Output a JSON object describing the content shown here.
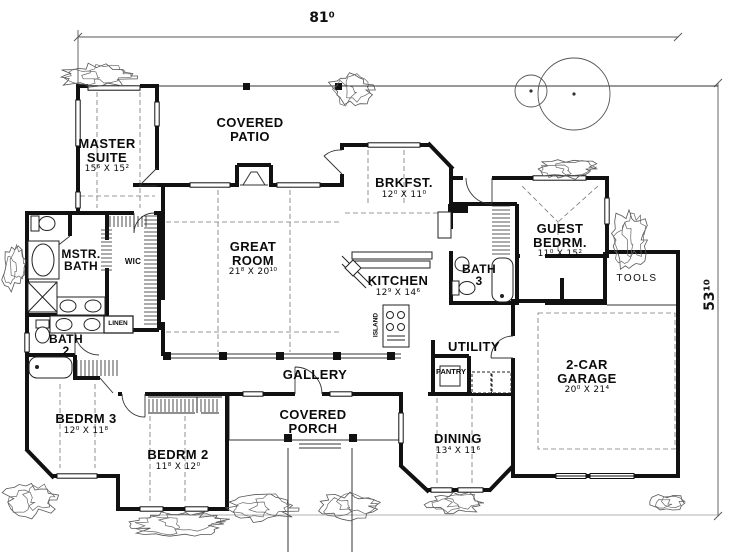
{
  "plan": {
    "type": "house floor plan",
    "overall_width": "81⁰",
    "overall_depth": "53¹⁰",
    "colors": {
      "walls": "#111111",
      "lines": "#444444",
      "background": "#ffffff"
    },
    "rooms": {
      "master": {
        "name": "MASTER SUITE",
        "dims": "15⁶ X 15²"
      },
      "patio": {
        "name": "COVERED PATIO"
      },
      "brkfst": {
        "name": "BRKFST.",
        "dims": "12⁰ X 11⁰"
      },
      "guest": {
        "name": "GUEST BEDRM.",
        "dims": "11⁰ X 15²"
      },
      "mstr_bath": {
        "name": "MSTR. BATH"
      },
      "wic": {
        "name": "WIC"
      },
      "great": {
        "name": "GREAT ROOM",
        "dims": "21⁸ X 20¹⁰"
      },
      "kitchen": {
        "name": "KITCHEN",
        "dims": "12⁹ X 14⁶"
      },
      "island": {
        "name": "ISLAND"
      },
      "bath3": {
        "name": "BATH 3"
      },
      "tools": {
        "name": "TOOLS"
      },
      "bath2": {
        "name": "BATH 2"
      },
      "linen": {
        "name": "LINEN"
      },
      "utility": {
        "name": "UTILITY"
      },
      "pantry": {
        "name": "PANTRY"
      },
      "garage": {
        "name": "2-CAR GARAGE",
        "dims": "20⁰ X 21⁴"
      },
      "gallery": {
        "name": "GALLERY"
      },
      "dining": {
        "name": "DINING",
        "dims": "13⁴ X 11⁶"
      },
      "bedrm3": {
        "name": "BEDRM 3",
        "dims": "12⁰ X 11⁸"
      },
      "porch": {
        "name": "COVERED PORCH"
      },
      "bedrm2": {
        "name": "BEDRM 2",
        "dims": "11⁸ X 12⁰"
      }
    }
  }
}
